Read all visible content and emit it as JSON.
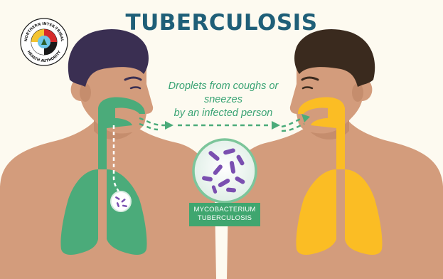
{
  "title": "TUBERCULOSIS",
  "caption": {
    "line1": "Droplets from coughs or sneezes",
    "line2": "by an infected person"
  },
  "bacteria_label": {
    "line1": "MYCOBACTERIUM",
    "line2": "TUBERCULOSIS"
  },
  "logo": {
    "org_top": "NORTHERN INTER-TRIBAL",
    "org_bottom": "HEALTH AUTHORITY"
  },
  "colors": {
    "title": "#1f5f78",
    "infected_green": "#4bab7a",
    "exposed_yellow": "#fbbd24",
    "skin": "#d39c7c",
    "bacteria_purple": "#7a4fb0"
  },
  "icons": {
    "logo": "medicine-wheel-logo",
    "bacteria": "bacteria-magnifier-icon"
  }
}
